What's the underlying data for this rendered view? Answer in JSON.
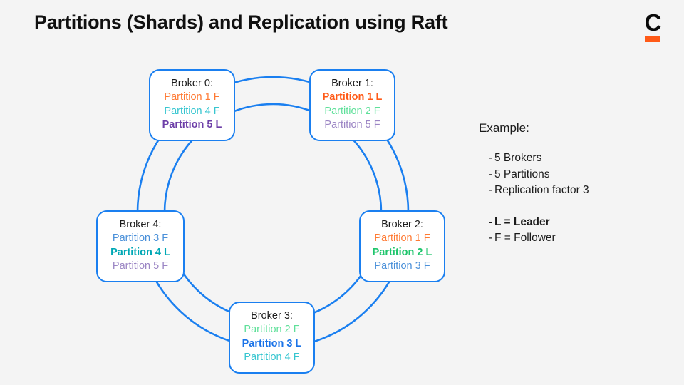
{
  "page": {
    "title": "Partitions (Shards) and Replication using Raft",
    "background_color": "#f4f4f4"
  },
  "logo": {
    "letter": "C",
    "name": "confluent-logo",
    "letter_color": "#0a0a0a",
    "bar_color": "#ff5a17"
  },
  "colors": {
    "ring": "#1a7ff0",
    "box_border": "#1a7ff0",
    "box_fill": "#ffffff",
    "text": "#1b1b1b",
    "partition1_follower": "#ff7a33",
    "partition1_leader": "#ff5a17",
    "partition2_follower": "#5fe09a",
    "partition2_leader": "#1fc56c",
    "partition3_follower": "#4a90d9",
    "partition3_leader": "#1a73e8",
    "partition4_follower": "#37c6d0",
    "partition4_leader": "#00a8b5",
    "partition5_follower": "#9b85c4",
    "partition5_leader": "#6d3fa8"
  },
  "brokers": [
    {
      "id": "broker-0",
      "title": "Broker 0:",
      "partitions": [
        {
          "label": "Partition 1 F",
          "role": "follower",
          "color": "#ff7a33"
        },
        {
          "label": "Partition 4 F",
          "role": "follower",
          "color": "#37c6d0"
        },
        {
          "label": "Partition 5 L",
          "role": "leader",
          "color": "#6d3fa8"
        }
      ]
    },
    {
      "id": "broker-1",
      "title": "Broker 1:",
      "partitions": [
        {
          "label": "Partition 1 L",
          "role": "leader",
          "color": "#ff5a17"
        },
        {
          "label": "Partition 2 F",
          "role": "follower",
          "color": "#5fe09a"
        },
        {
          "label": "Partition 5 F",
          "role": "follower",
          "color": "#9b85c4"
        }
      ]
    },
    {
      "id": "broker-2",
      "title": "Broker 2:",
      "partitions": [
        {
          "label": "Partition 1 F",
          "role": "follower",
          "color": "#ff7a33"
        },
        {
          "label": "Partition 2 L",
          "role": "leader",
          "color": "#1fc56c"
        },
        {
          "label": "Partition 3 F",
          "role": "follower",
          "color": "#4a90d9"
        }
      ]
    },
    {
      "id": "broker-3",
      "title": "Broker 3:",
      "partitions": [
        {
          "label": "Partition 2 F",
          "role": "follower",
          "color": "#5fe09a"
        },
        {
          "label": "Partition 3 L",
          "role": "leader",
          "color": "#1a73e8"
        },
        {
          "label": "Partition 4 F",
          "role": "follower",
          "color": "#37c6d0"
        }
      ]
    },
    {
      "id": "broker-4",
      "title": "Broker 4:",
      "partitions": [
        {
          "label": "Partition 3 F",
          "role": "follower",
          "color": "#4a90d9"
        },
        {
          "label": "Partition 4 L",
          "role": "leader",
          "color": "#00a8b5"
        },
        {
          "label": "Partition 5 F",
          "role": "follower",
          "color": "#9b85c4"
        }
      ]
    }
  ],
  "legend": {
    "heading": "Example:",
    "bullet": "-",
    "items": [
      {
        "text": "5 Brokers",
        "bold": false
      },
      {
        "text": "5 Partitions",
        "bold": false
      },
      {
        "text": "Replication factor 3",
        "bold": false
      }
    ],
    "key_items": [
      {
        "text": "L = Leader",
        "bold": true
      },
      {
        "text": "F = Follower",
        "bold": false
      }
    ]
  }
}
